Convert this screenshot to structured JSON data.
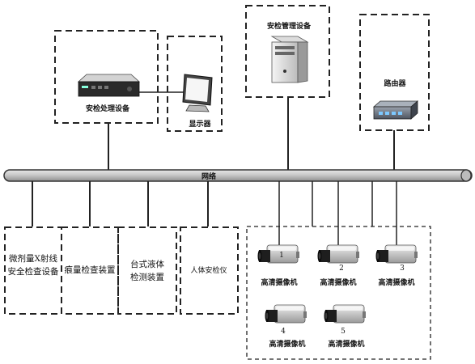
{
  "network": {
    "label": "网络"
  },
  "top_devices": {
    "processing": {
      "label": "安检处理设备"
    },
    "monitor": {
      "label": "显示器"
    },
    "management": {
      "label": "安检管理设备"
    },
    "router": {
      "label": "路由器"
    }
  },
  "bottom_devices": [
    {
      "line1": "微剂量X射线",
      "line2": "安全检查设备",
      "line3": ""
    },
    {
      "line1": "痕量检查装置",
      "line2": "",
      "line3": ""
    },
    {
      "line1": "台式液体",
      "line2": "检测装置",
      "line3": ""
    },
    {
      "line1": "人体安检仪",
      "line2": "",
      "line3": ""
    }
  ],
  "cameras": {
    "label": "高清摄像机",
    "numbers": [
      "1",
      "2",
      "3",
      "4",
      "5"
    ]
  }
}
